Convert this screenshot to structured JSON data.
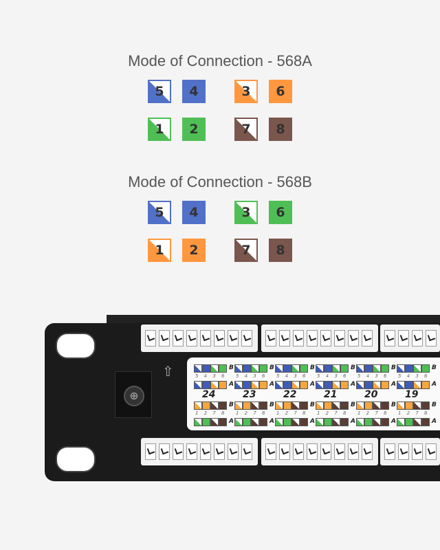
{
  "sections": [
    {
      "title": "Mode of Connection - 568A",
      "pairs": [
        [
          {
            "n": "5",
            "c": "#5170c8",
            "striped": true
          },
          {
            "n": "4",
            "c": "#5170c8"
          },
          {
            "n": "3",
            "c": "#ff973f",
            "striped": true
          },
          {
            "n": "6",
            "c": "#ff973f"
          }
        ],
        [
          {
            "n": "1",
            "c": "#4fbf55",
            "striped": true
          },
          {
            "n": "2",
            "c": "#4fbf55"
          },
          {
            "n": "7",
            "c": "#7a564c",
            "striped": true
          },
          {
            "n": "8",
            "c": "#7a564c"
          }
        ]
      ]
    },
    {
      "title": "Mode of Connection - 568B",
      "pairs": [
        [
          {
            "n": "5",
            "c": "#5170c8",
            "striped": true
          },
          {
            "n": "4",
            "c": "#5170c8"
          },
          {
            "n": "3",
            "c": "#4fbf55",
            "striped": true
          },
          {
            "n": "6",
            "c": "#4fbf55"
          }
        ],
        [
          {
            "n": "1",
            "c": "#ff973f",
            "striped": true
          },
          {
            "n": "2",
            "c": "#ff973f"
          },
          {
            "n": "7",
            "c": "#7a564c",
            "striped": true
          },
          {
            "n": "8",
            "c": "#7a564c"
          }
        ]
      ]
    }
  ],
  "panel": {
    "ports": [
      "24",
      "23",
      "22",
      "21",
      "20",
      "19"
    ],
    "top_pins": "5 4 3 6",
    "bottom_pins": "1 2 7 8",
    "label_b": "B",
    "label_a": "A",
    "colors": {
      "blue": "#3f5cb8",
      "green": "#4fbf55",
      "orange": "#f5a640",
      "brown": "#5a3d35"
    }
  }
}
